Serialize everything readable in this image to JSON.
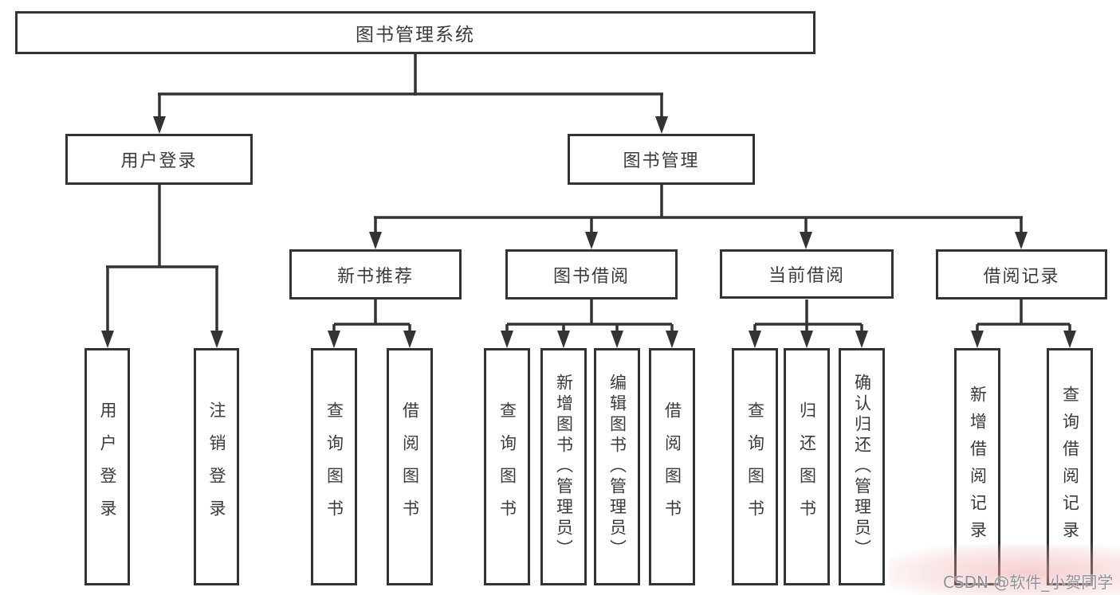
{
  "diagram": {
    "title_note": "functional structure chart",
    "root": {
      "label": "图书管理系统"
    },
    "branches": [
      {
        "label": "用户登录",
        "children": [
          {
            "label": "用户登录"
          },
          {
            "label": "注销登录"
          }
        ]
      },
      {
        "label": "图书管理",
        "children": [
          {
            "label": "新书推荐",
            "children": [
              {
                "label": "查询图书"
              },
              {
                "label": "借阅图书"
              }
            ]
          },
          {
            "label": "图书借阅",
            "children": [
              {
                "label": "查询图书"
              },
              {
                "label": "新增图书（管理员）"
              },
              {
                "label": "编辑图书（管理员）"
              },
              {
                "label": "借阅图书"
              }
            ]
          },
          {
            "label": "当前借阅",
            "children": [
              {
                "label": "查询图书"
              },
              {
                "label": "归还图书"
              },
              {
                "label": "确认归还（管理员）"
              }
            ]
          },
          {
            "label": "借阅记录",
            "children": [
              {
                "label": "新增借阅记录"
              },
              {
                "label": "查询借阅记录"
              }
            ]
          }
        ]
      }
    ]
  },
  "watermark": {
    "text": "CSDN @软件_小贺同学"
  },
  "colors": {
    "line": "#333333",
    "box_border": "#333333",
    "box_fill": "#ffffff",
    "text": "#3b3b3b",
    "watermark_text": "#8f8f97",
    "watermark_tint": "#eea8a8"
  }
}
